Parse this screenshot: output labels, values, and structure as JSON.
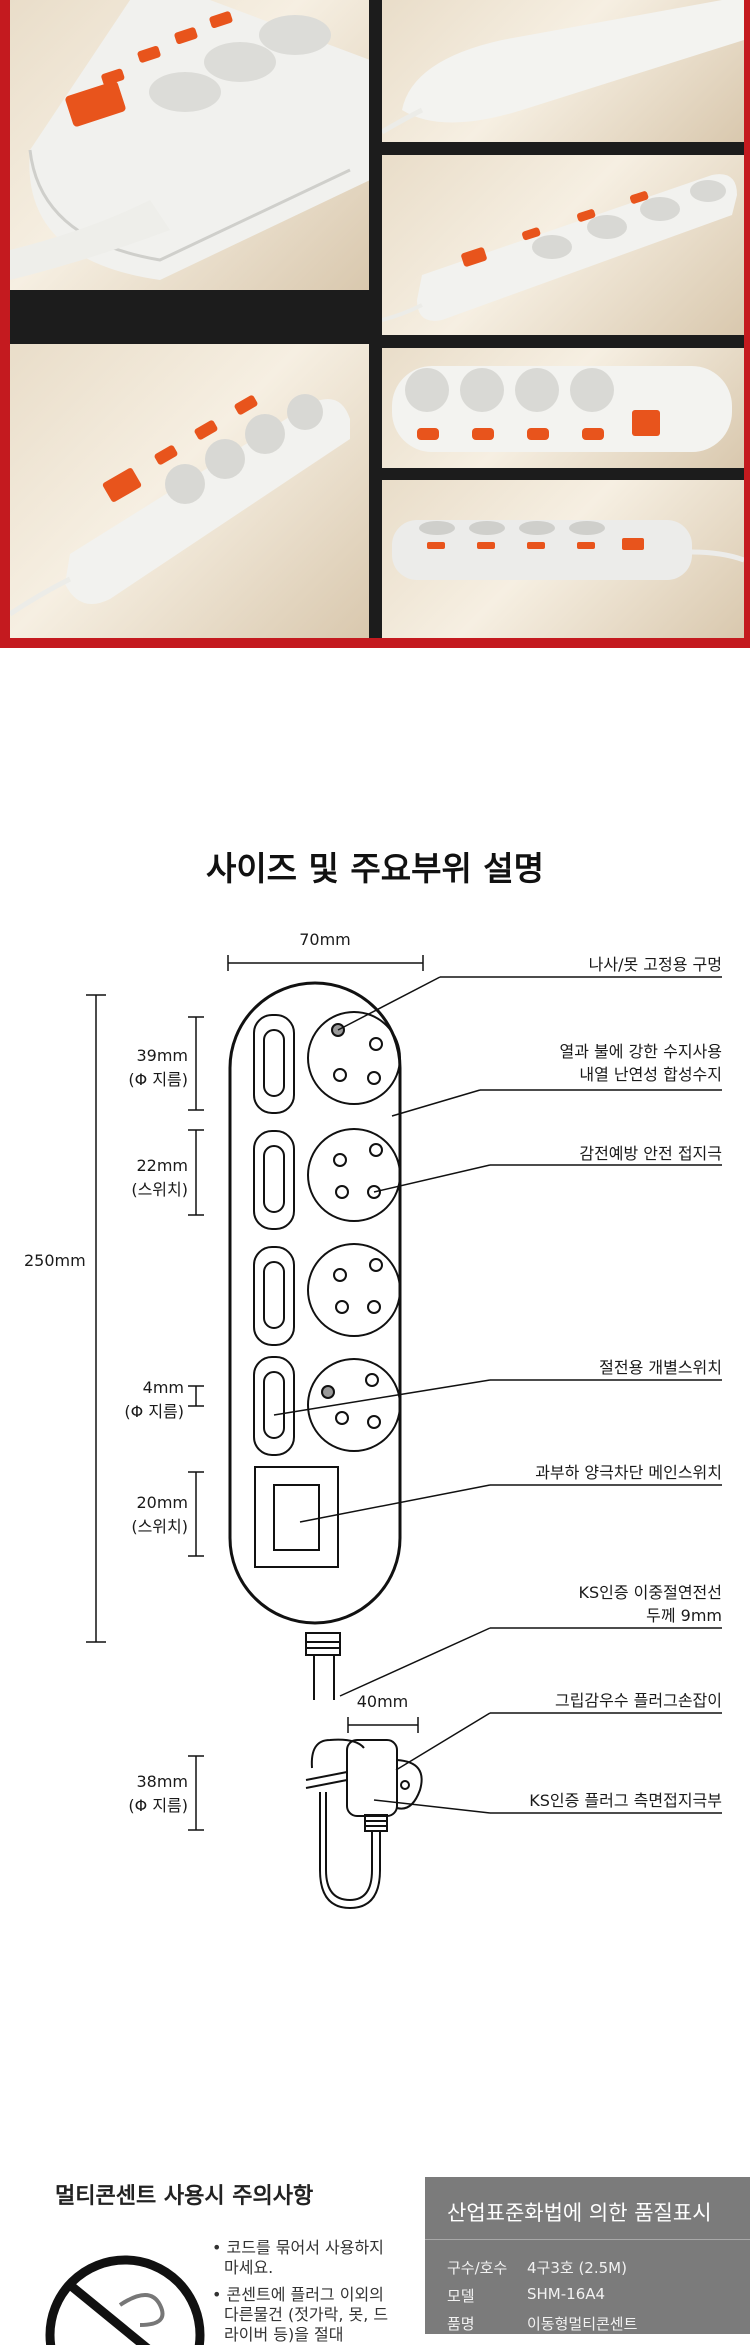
{
  "collage": {
    "photos": [
      "power-strip-angle",
      "power-strip-back",
      "power-strip-side",
      "power-strip-top",
      "power-strip-front",
      "power-strip-low"
    ]
  },
  "section": {
    "title": "사이즈 및 주요부위 설명"
  },
  "dims": {
    "width": "70mm",
    "height": "250mm",
    "hole_a": "39mm",
    "hole_b": "(Φ 지름)",
    "switch_a": "22mm",
    "switch_b": "(스위치)",
    "indicator_a": "4mm",
    "indicator_b": "(Φ 지름)",
    "main_a": "20mm",
    "main_b": "(스위치)",
    "plug_w": "40mm",
    "plug_a": "38mm",
    "plug_b": "(Φ 지름)"
  },
  "callouts": {
    "screw": "나사/못 고정용 구멍",
    "resin_1": "열과 불에 강한 수지사용",
    "resin_2": "내열 난연성 합성수지",
    "ground": "감전예방 안전 접지극",
    "indiv_switch": "절전용 개별스위치",
    "main_switch": "과부하 양극차단 메인스위치",
    "cable_1": "KS인증 이중절연전선",
    "cable_2": "두께 9mm",
    "grip": "그립감우수 플러그손잡이",
    "plug_ground": "KS인증 플러그 측면접지극부"
  },
  "caution": {
    "title": "멀티콘센트 사용시 주의사항",
    "items": [
      "코드를 묶어서 사용하지",
      "마세요.",
      "콘센트에 플러그 이외의",
      "다른물건 (젓가락, 못, 드",
      "라이버 등)을 절대"
    ]
  },
  "quality": {
    "title": "산업표준화법에 의한 품질표시",
    "rows": [
      {
        "k": "구수/호수",
        "v": "4구3호 (2.5M)"
      },
      {
        "k": "모델",
        "v": "SHM-16A4"
      },
      {
        "k": "품명",
        "v": "이동형멀티콘센트"
      }
    ]
  },
  "colors": {
    "frame_red": "#c41a1f",
    "frame_dark": "#1c1c1c",
    "switch_orange": "#e8541c",
    "quality_bg": "#7b7b7b"
  }
}
